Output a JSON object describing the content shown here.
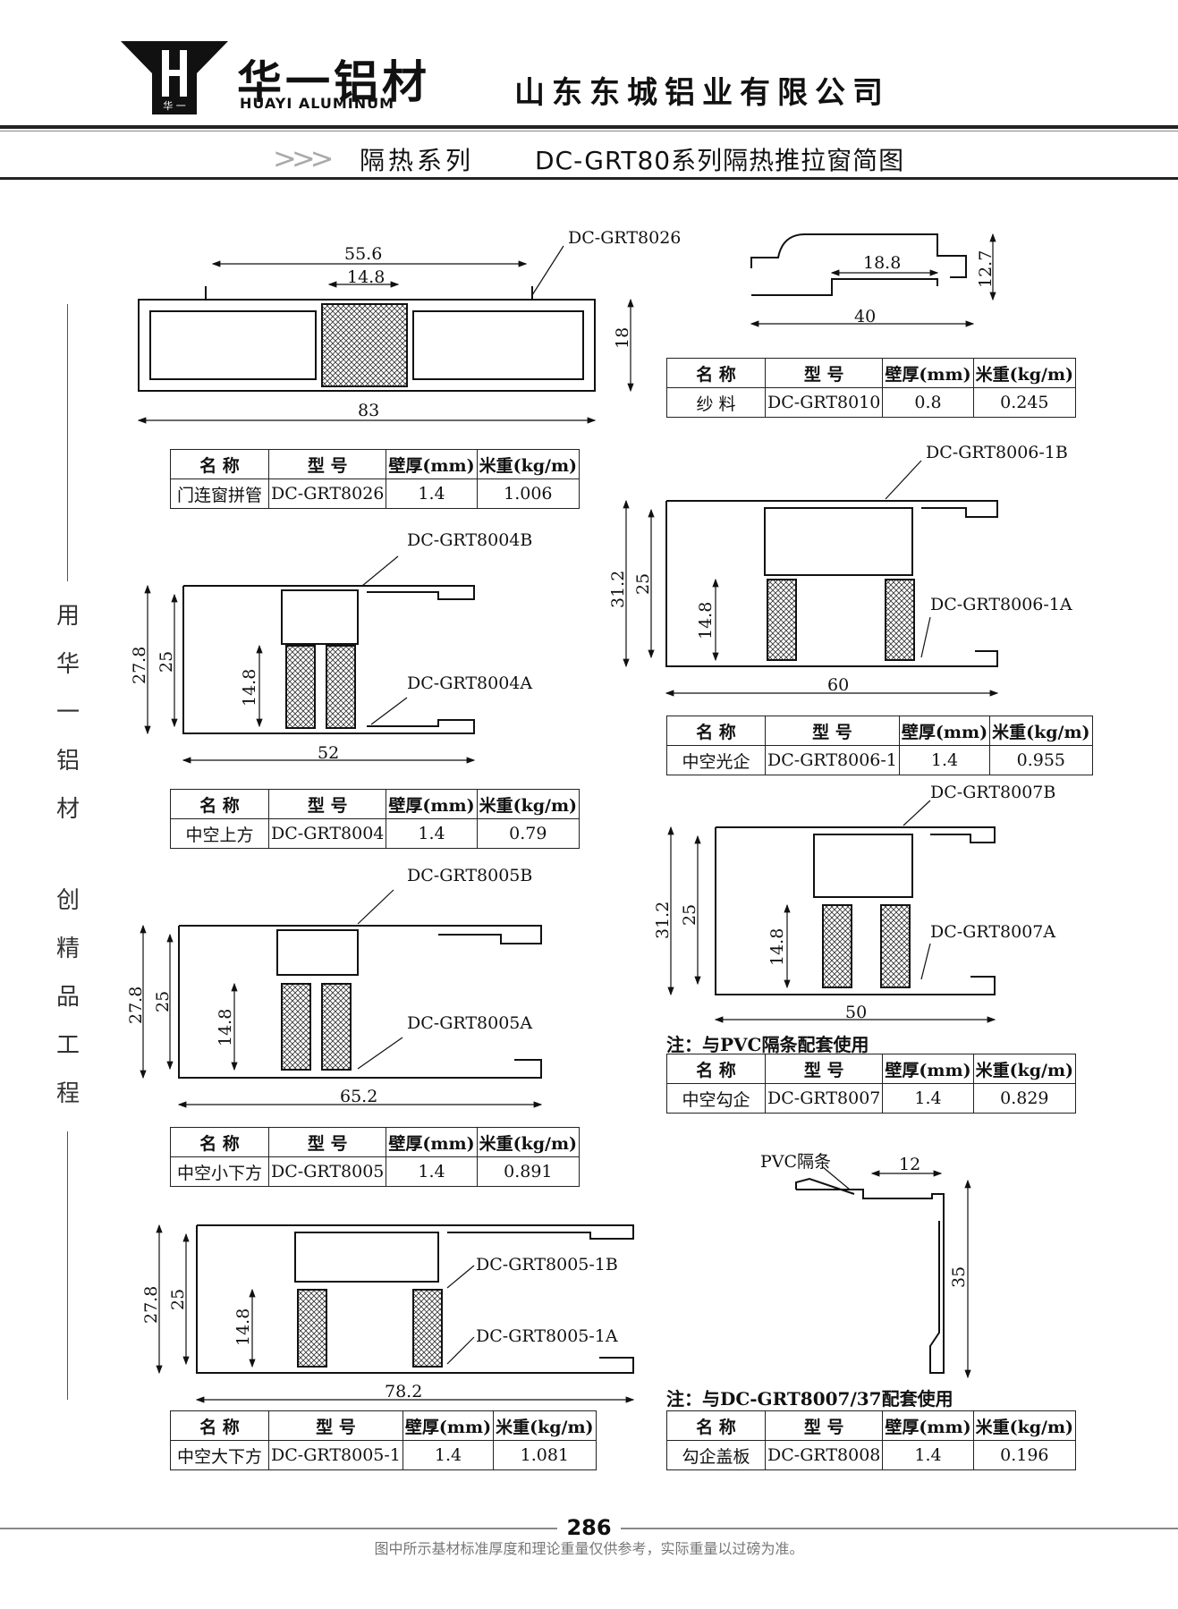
{
  "header": {
    "brand_cn": "华一铝材",
    "brand_en": "HUAYI ALUMINUM",
    "logo_mark": "华 一",
    "company": "山东东城铝业有限公司",
    "series": "隔热系列",
    "title": "DC-GRT80系列隔热推拉窗简图"
  },
  "slogan": [
    "用",
    "华",
    "一",
    "铝",
    "材",
    "创",
    "精",
    "品",
    "工",
    "程"
  ],
  "table_headers": {
    "name": "名 称",
    "model": "型 号",
    "thickness": "壁厚(mm)",
    "weight": "米重(kg/m)"
  },
  "profiles": {
    "p8026": {
      "label": "DC-GRT8026",
      "dims": [
        "55.6",
        "14.8",
        "18",
        "83"
      ],
      "row": {
        "name": "门连窗拼管",
        "model": "DC-GRT8026",
        "thickness": "1.4",
        "weight": "1.006"
      }
    },
    "p8010": {
      "dims": [
        "18.8",
        "12.7",
        "40"
      ],
      "row": {
        "name": "纱 料",
        "model": "DC-GRT8010",
        "thickness": "0.8",
        "weight": "0.245"
      }
    },
    "p8004": {
      "labels": [
        "DC-GRT8004B",
        "DC-GRT8004A"
      ],
      "dims": [
        "27.8",
        "25",
        "14.8",
        "52"
      ],
      "row": {
        "name": "中空上方",
        "model": "DC-GRT8004",
        "thickness": "1.4",
        "weight": "0.79"
      }
    },
    "p8006": {
      "labels": [
        "DC-GRT8006-1B",
        "DC-GRT8006-1A"
      ],
      "dims": [
        "31.2",
        "25",
        "14.8",
        "60"
      ],
      "row": {
        "name": "中空光企",
        "model": "DC-GRT8006-1",
        "thickness": "1.4",
        "weight": "0.955"
      }
    },
    "p8005": {
      "labels": [
        "DC-GRT8005B",
        "DC-GRT8005A"
      ],
      "dims": [
        "27.8",
        "25",
        "14.8",
        "65.2"
      ],
      "row": {
        "name": "中空小下方",
        "model": "DC-GRT8005",
        "thickness": "1.4",
        "weight": "0.891"
      }
    },
    "p8007": {
      "labels": [
        "DC-GRT8007B",
        "DC-GRT8007A"
      ],
      "dims": [
        "31.2",
        "25",
        "14.8",
        "50"
      ],
      "note": "注：与PVC隔条配套使用",
      "row": {
        "name": "中空勾企",
        "model": "DC-GRT8007",
        "thickness": "1.4",
        "weight": "0.829"
      }
    },
    "p80051": {
      "labels": [
        "DC-GRT8005-1B",
        "DC-GRT8005-1A"
      ],
      "dims": [
        "27.8",
        "25",
        "14.8",
        "78.2"
      ],
      "row": {
        "name": "中空大下方",
        "model": "DC-GRT8005-1",
        "thickness": "1.4",
        "weight": "1.081"
      }
    },
    "p8008": {
      "labels": [
        "PVC隔条"
      ],
      "dims": [
        "12",
        "35"
      ],
      "note": "注：与DC-GRT8007/37配套使用",
      "row": {
        "name": "勾企盖板",
        "model": "DC-GRT8008",
        "thickness": "1.4",
        "weight": "0.196"
      }
    }
  },
  "footer": {
    "page": "286",
    "note": "图中所示基材标准厚度和理论重量仅供参考，实际重量以过磅为准。"
  }
}
